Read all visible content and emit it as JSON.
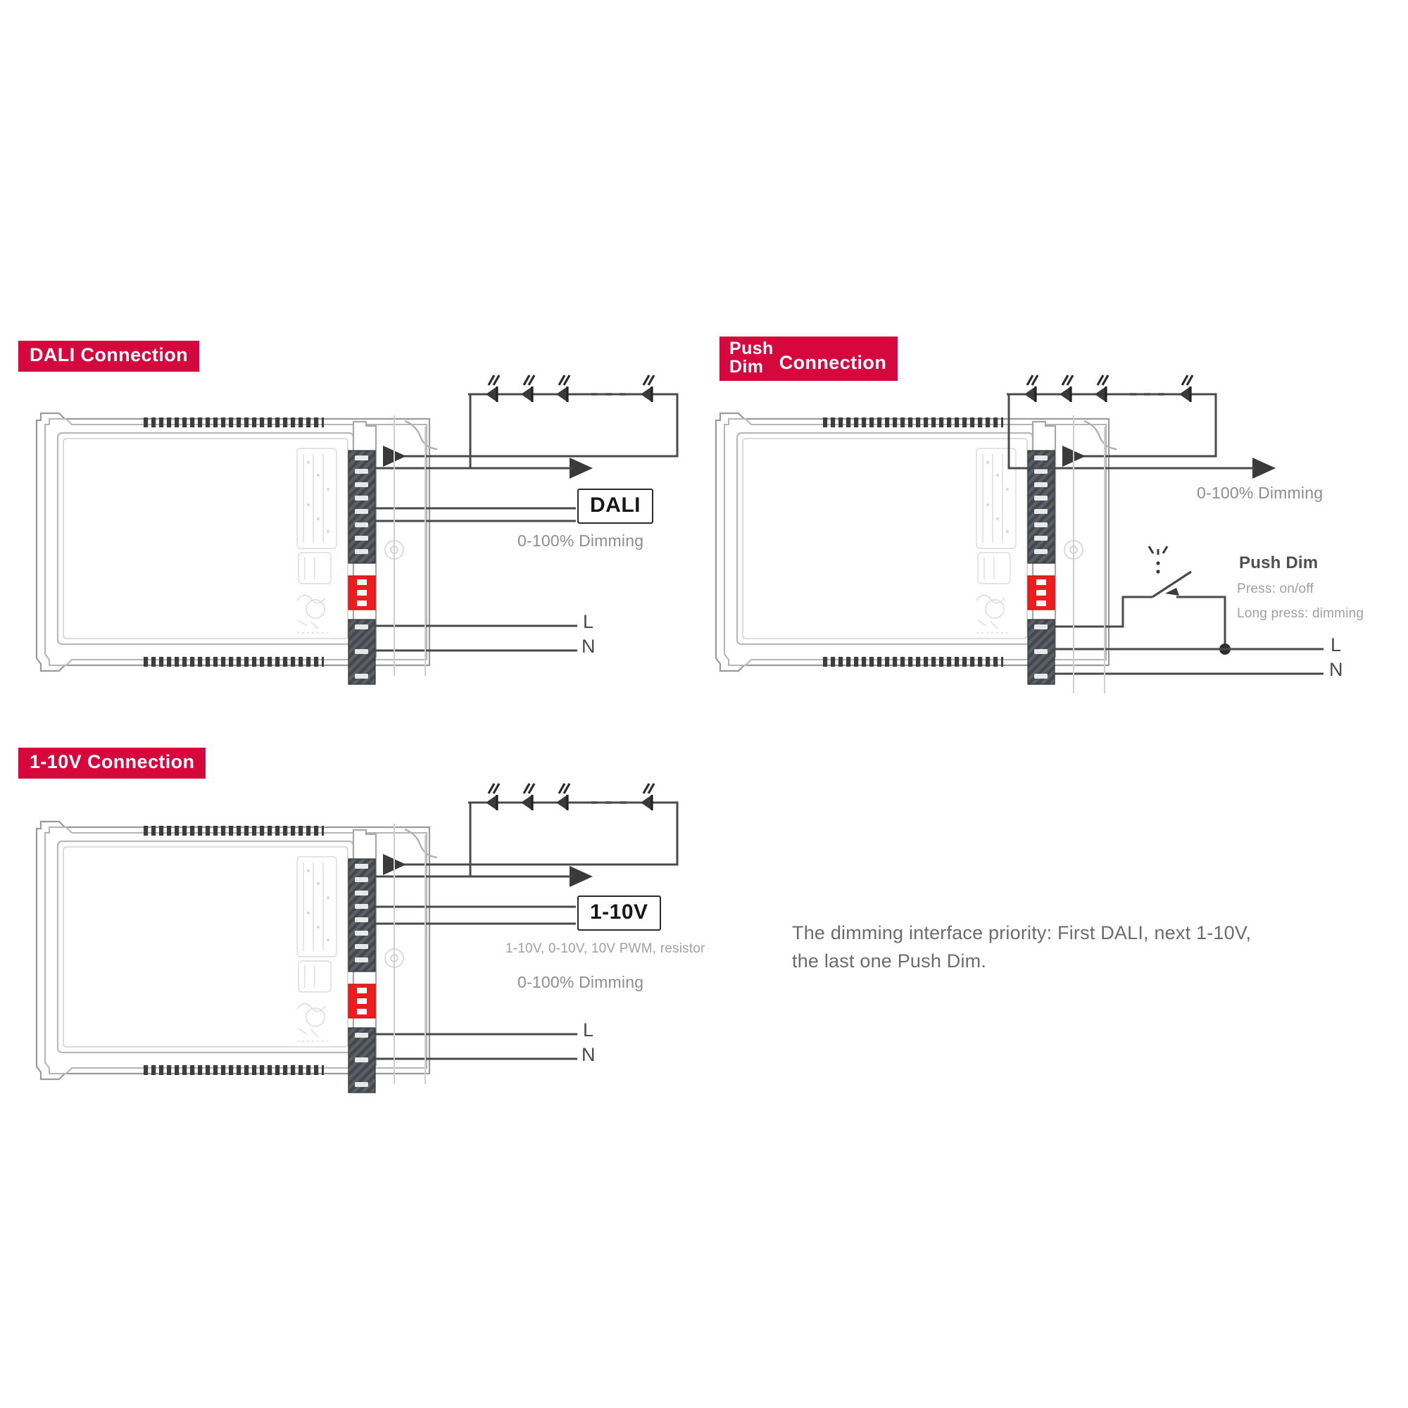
{
  "document": {
    "title": "LED Driver Dimming Connection Diagrams",
    "accent_color": "#D5073C",
    "line_color": "#4a4a4a",
    "text_gray": "#8e8e8e"
  },
  "panels": [
    {
      "id": "dali",
      "badge": {
        "text": "DALI Connection",
        "style": "single"
      },
      "interface_label": "DALI",
      "notes": [
        "0-100% Dimming"
      ],
      "mains": {
        "live": "L",
        "neutral": "N"
      },
      "led_string": {
        "count": 4,
        "ellipsis": true
      }
    },
    {
      "id": "push-dim",
      "badge": {
        "line1": "Push",
        "line2": "Dim",
        "tail": "Connection",
        "style": "stacked"
      },
      "interface_label": "",
      "notes": [
        "0-100% Dimming"
      ],
      "switch": {
        "title": "Push Dim",
        "line1": "Press: on/off",
        "line2": "Long press: dimming"
      },
      "mains": {
        "live": "L",
        "neutral": "N"
      },
      "led_string": {
        "count": 4,
        "ellipsis": true
      }
    },
    {
      "id": "one-ten-volt",
      "badge": {
        "text": "1-10V Connection",
        "style": "single"
      },
      "interface_label": "1-10V",
      "notes": [
        "1-10V, 0-10V, 10V PWM, resistor",
        "0-100% Dimming"
      ],
      "mains": {
        "live": "L",
        "neutral": "N"
      },
      "led_string": {
        "count": 4,
        "ellipsis": true
      }
    }
  ],
  "priority_note": "The dimming interface priority: First DALI, next 1-10V,\nthe last one Push Dim.",
  "driver": {
    "output_terminal_pins": 8,
    "input_terminal_pins": 3,
    "dip_switch_positions": 3,
    "dip_switch_color": "#EE1C1C",
    "terminal_color": "#555a5e"
  }
}
